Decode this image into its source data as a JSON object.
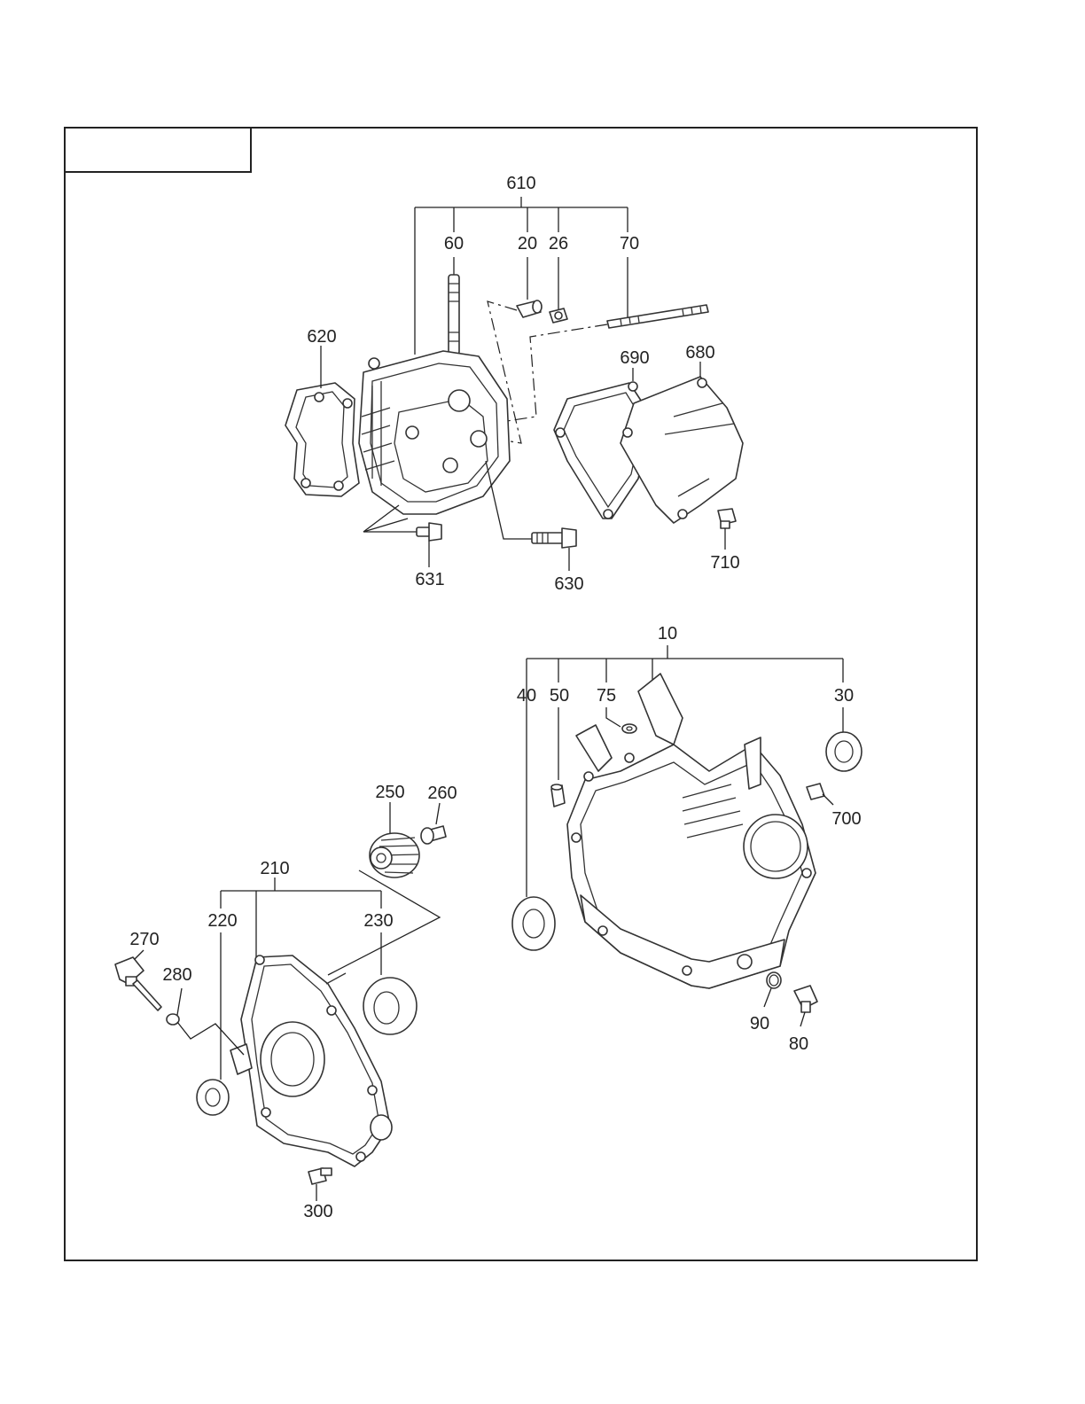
{
  "page": {
    "title_box_text": ""
  },
  "callouts": {
    "c610": "610",
    "c60": "60",
    "c20": "20",
    "c26": "26",
    "c70": "70",
    "c620": "620",
    "c690": "690",
    "c680": "680",
    "c631": "631",
    "c630": "630",
    "c710": "710",
    "c10": "10",
    "c40": "40",
    "c50": "50",
    "c75": "75",
    "c30": "30",
    "c700": "700",
    "c250": "250",
    "c260": "260",
    "c210": "210",
    "c220": "220",
    "c230": "230",
    "c270": "270",
    "c280": "280",
    "c90": "90",
    "c80": "80",
    "c300": "300"
  }
}
